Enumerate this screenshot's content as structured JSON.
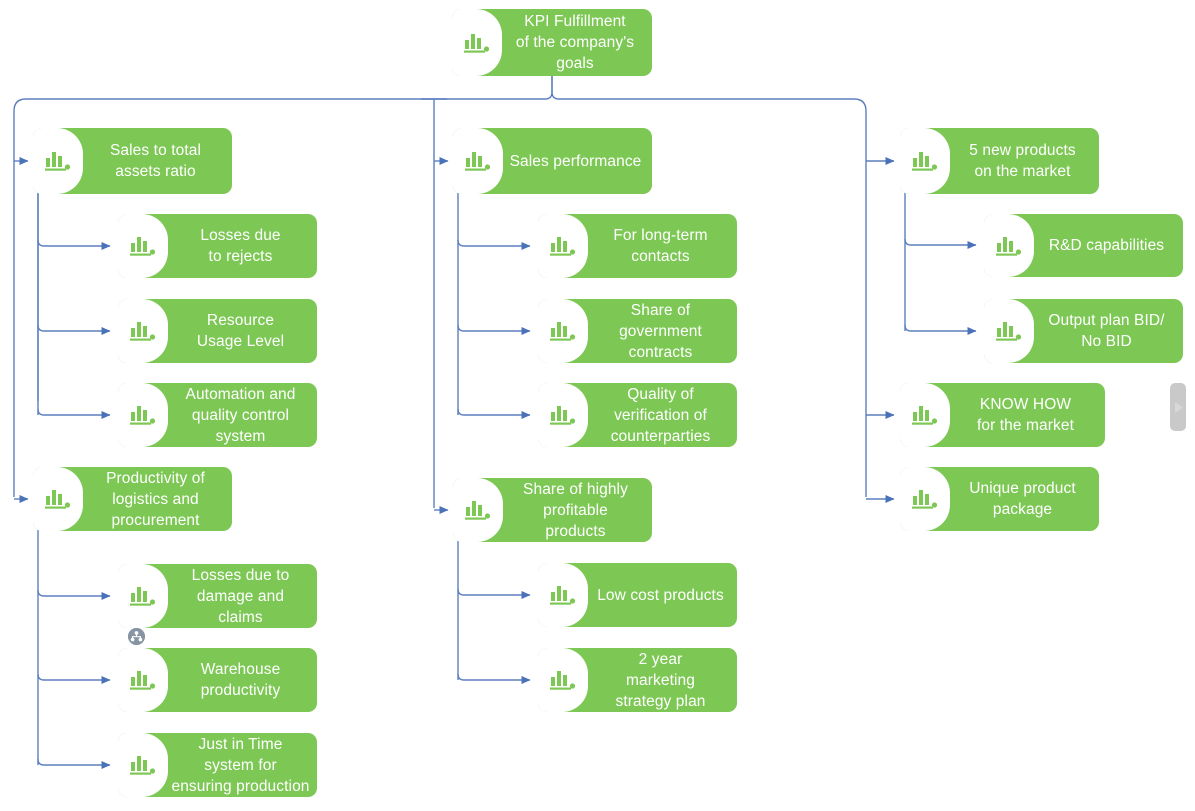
{
  "diagram": {
    "title": "KPI Fulfillment of the company's goals",
    "type": "mind-map",
    "node_fill": "#7DC855",
    "node_text_color": "#FFFFFF",
    "connector_color": "#5B7FBF",
    "icon_color": "#7DC855",
    "icon_name": "bar-chart-icon",
    "background": "#FFFFFF"
  },
  "root": {
    "id": "root",
    "label": "KPI Fulfillment\nof the company's\ngoals"
  },
  "branches": [
    {
      "id": "branch-1",
      "label": "Sales to total\nassets ratio",
      "children": [
        {
          "id": "n-losses-rejects",
          "label": "Losses due\nto rejects"
        },
        {
          "id": "n-resource-usage",
          "label": "Resource\nUsage Level"
        },
        {
          "id": "n-automation",
          "label": "Automation and\nquality control\nsystem"
        }
      ]
    },
    {
      "id": "branch-2",
      "label": "Productivity of\nlogistics and\nprocurement",
      "children": [
        {
          "id": "n-losses-damage",
          "label": "Losses due to\ndamage and\nclaims",
          "badge": "hierarchy-badge"
        },
        {
          "id": "n-warehouse",
          "label": "Warehouse\nproductivity"
        },
        {
          "id": "n-jit",
          "label": "Just in Time\nsystem for\nensuring production"
        }
      ]
    },
    {
      "id": "branch-3",
      "label": "Sales performance",
      "children": [
        {
          "id": "n-long-term",
          "label": "For long-term\ncontacts"
        },
        {
          "id": "n-gov-contracts",
          "label": "Share of\ngovernment\ncontracts"
        },
        {
          "id": "n-verification",
          "label": "Quality of\nverification of\ncounterparties"
        }
      ]
    },
    {
      "id": "branch-4",
      "label": "Share of highly\nprofitable\nproducts",
      "children": [
        {
          "id": "n-low-cost",
          "label": "Low cost products"
        },
        {
          "id": "n-2year-plan",
          "label": "2 year\nmarketing\nstrategy plan"
        }
      ]
    },
    {
      "id": "branch-5",
      "label": "5 new products\non the market",
      "children": [
        {
          "id": "n-rnd",
          "label": "R&D capabilities"
        },
        {
          "id": "n-output-plan",
          "label": "Output plan BID/\nNo BID"
        }
      ]
    },
    {
      "id": "branch-6",
      "label": "KNOW HOW\nfor the market",
      "children": []
    },
    {
      "id": "branch-7",
      "label": "Unique product\npackage",
      "children": []
    }
  ],
  "controls": {
    "panel_handle": "panel-expand-handle",
    "panel_handle_glyph": "▶"
  }
}
